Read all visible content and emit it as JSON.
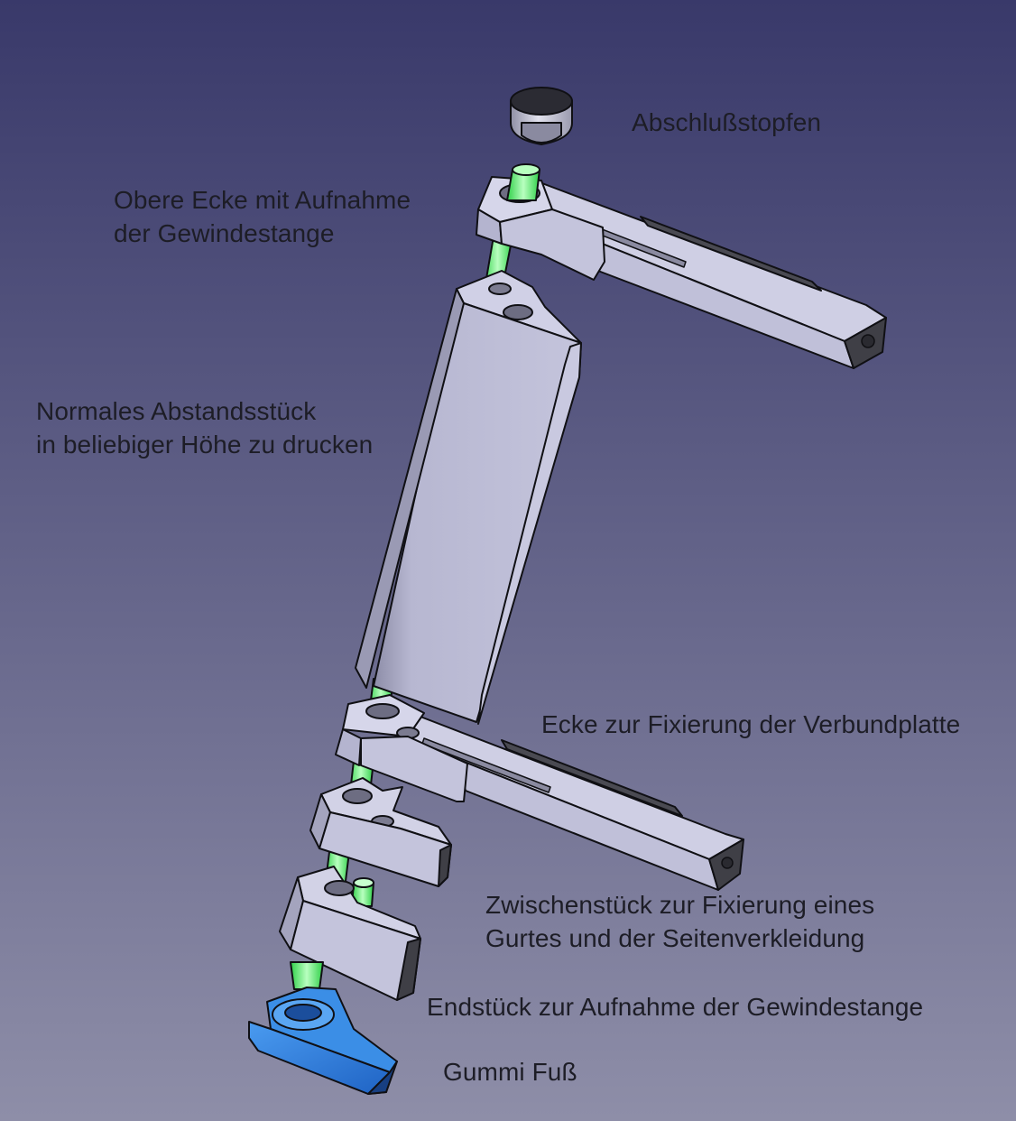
{
  "colors": {
    "background_top": "#39396a",
    "background_bottom": "#8e8ea8",
    "part_face": "#b9b9d3",
    "part_face_light": "#c9c9e0",
    "part_dark": "#45454d",
    "part_top": "#d2d2e6",
    "thread_rod": "#5bf06a",
    "foot": "#2f7fd9",
    "foot_dark": "#1b4e9c",
    "outline": "#101014"
  },
  "labels": {
    "cap": "Abschlußstopfen",
    "top_corner": [
      "Obere Ecke mit Aufnahme",
      "der Gewindestange"
    ],
    "spacer": [
      "Normales Abstandsstück",
      "in beliebiger Höhe zu drucken"
    ],
    "corner": "Ecke zur Fixierung der Verbundplatte",
    "intermediate": [
      "Zwischenstück zur Fixierung eines",
      "Gurtes und der Seitenverkleidung"
    ],
    "end_piece": "Endstück zur Aufnahme der Gewindestange",
    "rubber_foot": "Gummi Fuß"
  }
}
